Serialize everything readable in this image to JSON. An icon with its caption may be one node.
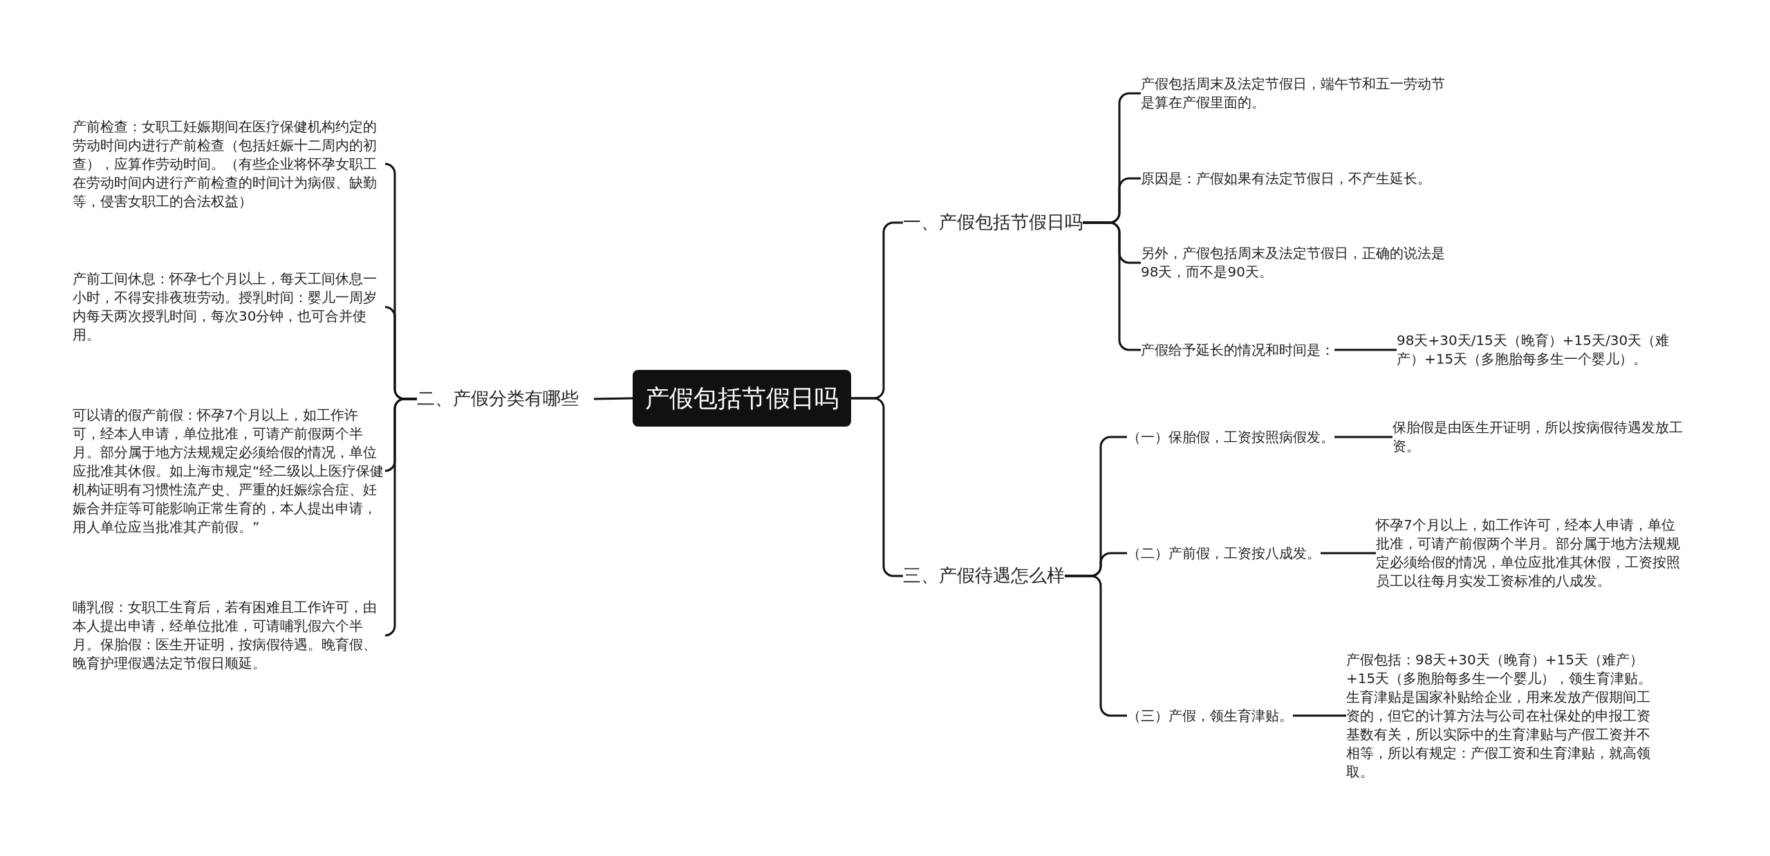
{
  "diagram": {
    "nodes": [
      {
        "text": [
          "产假包括节假日吗"
        ]
      },
      {
        "text": [
          "二、产假分类有哪些"
        ]
      },
      {
        "text": [
          "产前检查：女职工妊娠期间在医疗保健机构约定的劳动时间内进行产前检查（包括妊娠十二周内的初查），应算作劳动时间。（有些企业将怀孕女职工在劳动时间内进行产前检查的时间计为病假、缺勤等，侵害女职工的合法权益）"
        ]
      },
      {
        "text": [
          "产前工间休息：怀孕七个月以上，每天工间休息一小时，不得安排夜班劳动。授乳时间：婴儿一周岁内每天两次授乳时间，每次30分钟，也可合并使用。"
        ]
      },
      {
        "text": [
          "可以请的假产前假：怀孕7个月以上，如工作许可，经本人申请，单位批准，可请产前假两个半月。部分属于地方法规规定必须给假的情况，单位应批准其休假。如上海市规定“经二级以上医疗保健机构证明有习惯性流产史、严重的妊娠综合症、妊娠合并症等可能影响正常生育的，本人提出申请，用人单位应当批准其产前假。”"
        ]
      },
      {
        "text": [
          "哺乳假：女职工生育后，若有困难且工作许可，由本人提出申请，经单位批准，可请哺乳假六个半月。保胎假：医生开证明，按病假待遇。晚育假、晚育护理假遇法定节假日顺延。"
        ]
      },
      {
        "text": [
          "一、产假包括节假日吗"
        ]
      },
      {
        "text": [
          "产假包括周末及法定节假日，端午节和五一劳动节是算在产假里面的。"
        ]
      },
      {
        "text": [
          "原因是：产假如果有法定节假日，不产生延长。"
        ]
      },
      {
        "text": [
          "另外，产假包括周末及法定节假日，正确的说法是98天，而不是90天。"
        ]
      },
      {
        "text": [
          "产假给予延长的情况和时间是："
        ]
      },
      {
        "text": [
          "98天+30天/15天（晚育）+15天/30天（难产）+15天（多胞胎每多生一个婴儿）。"
        ]
      },
      {
        "text": [
          "三、产假待遇怎么样"
        ]
      },
      {
        "text": [
          "（一）保胎假，工资按照病假发。"
        ]
      },
      {
        "text": [
          "保胎假是由医生开证明，所以按病假待遇发放工资。"
        ]
      },
      {
        "text": [
          "（二）产前假，工资按八成发。"
        ]
      },
      {
        "text": [
          "怀孕7个月以上，如工作许可，经本人申请，单位批准，可请产前假两个半月。部分属于地方法规规定必须给假的情况，单位应批准其休假，工资按照员工以往每月实发工资标准的八成发。"
        ]
      },
      {
        "text": [
          "（三）产假，领生育津贴。"
        ]
      },
      {
        "text": [
          "产假包括：98天+30天（晚育）+15天（难产）+15天（多胞胎每多生一个婴儿），领生育津贴。生育津贴是国家补贴给企业，用来发放产假期间工资的，但它的计算方法与公司在社保处的申报工资基数有关，所以实际中的生育津贴与产假工资并不相等，所以有规定：产假工资和生育津贴，就高领取。"
        ]
      }
    ],
    "edges": [
      {
        "from": 0,
        "to": 1,
        "arrow": "none"
      },
      {
        "from": 1,
        "to": 2,
        "arrow": "none"
      },
      {
        "from": 1,
        "to": 3,
        "arrow": "none"
      },
      {
        "from": 1,
        "to": 4,
        "arrow": "none"
      },
      {
        "from": 1,
        "to": 5,
        "arrow": "none"
      },
      {
        "from": 0,
        "to": 6,
        "arrow": "none"
      },
      {
        "from": 6,
        "to": 7,
        "arrow": "none"
      },
      {
        "from": 6,
        "to": 8,
        "arrow": "none"
      },
      {
        "from": 6,
        "to": 9,
        "arrow": "none"
      },
      {
        "from": 6,
        "to": 10,
        "arrow": "none"
      },
      {
        "from": 10,
        "to": 11,
        "arrow": "none"
      },
      {
        "from": 0,
        "to": 12,
        "arrow": "none"
      },
      {
        "from": 12,
        "to": 13,
        "arrow": "none"
      },
      {
        "from": 13,
        "to": 14,
        "arrow": "none"
      },
      {
        "from": 12,
        "to": 15,
        "arrow": "none"
      },
      {
        "from": 15,
        "to": 16,
        "arrow": "none"
      },
      {
        "from": 12,
        "to": 17,
        "arrow": "none"
      },
      {
        "from": 17,
        "to": 18,
        "arrow": "none"
      }
    ]
  }
}
